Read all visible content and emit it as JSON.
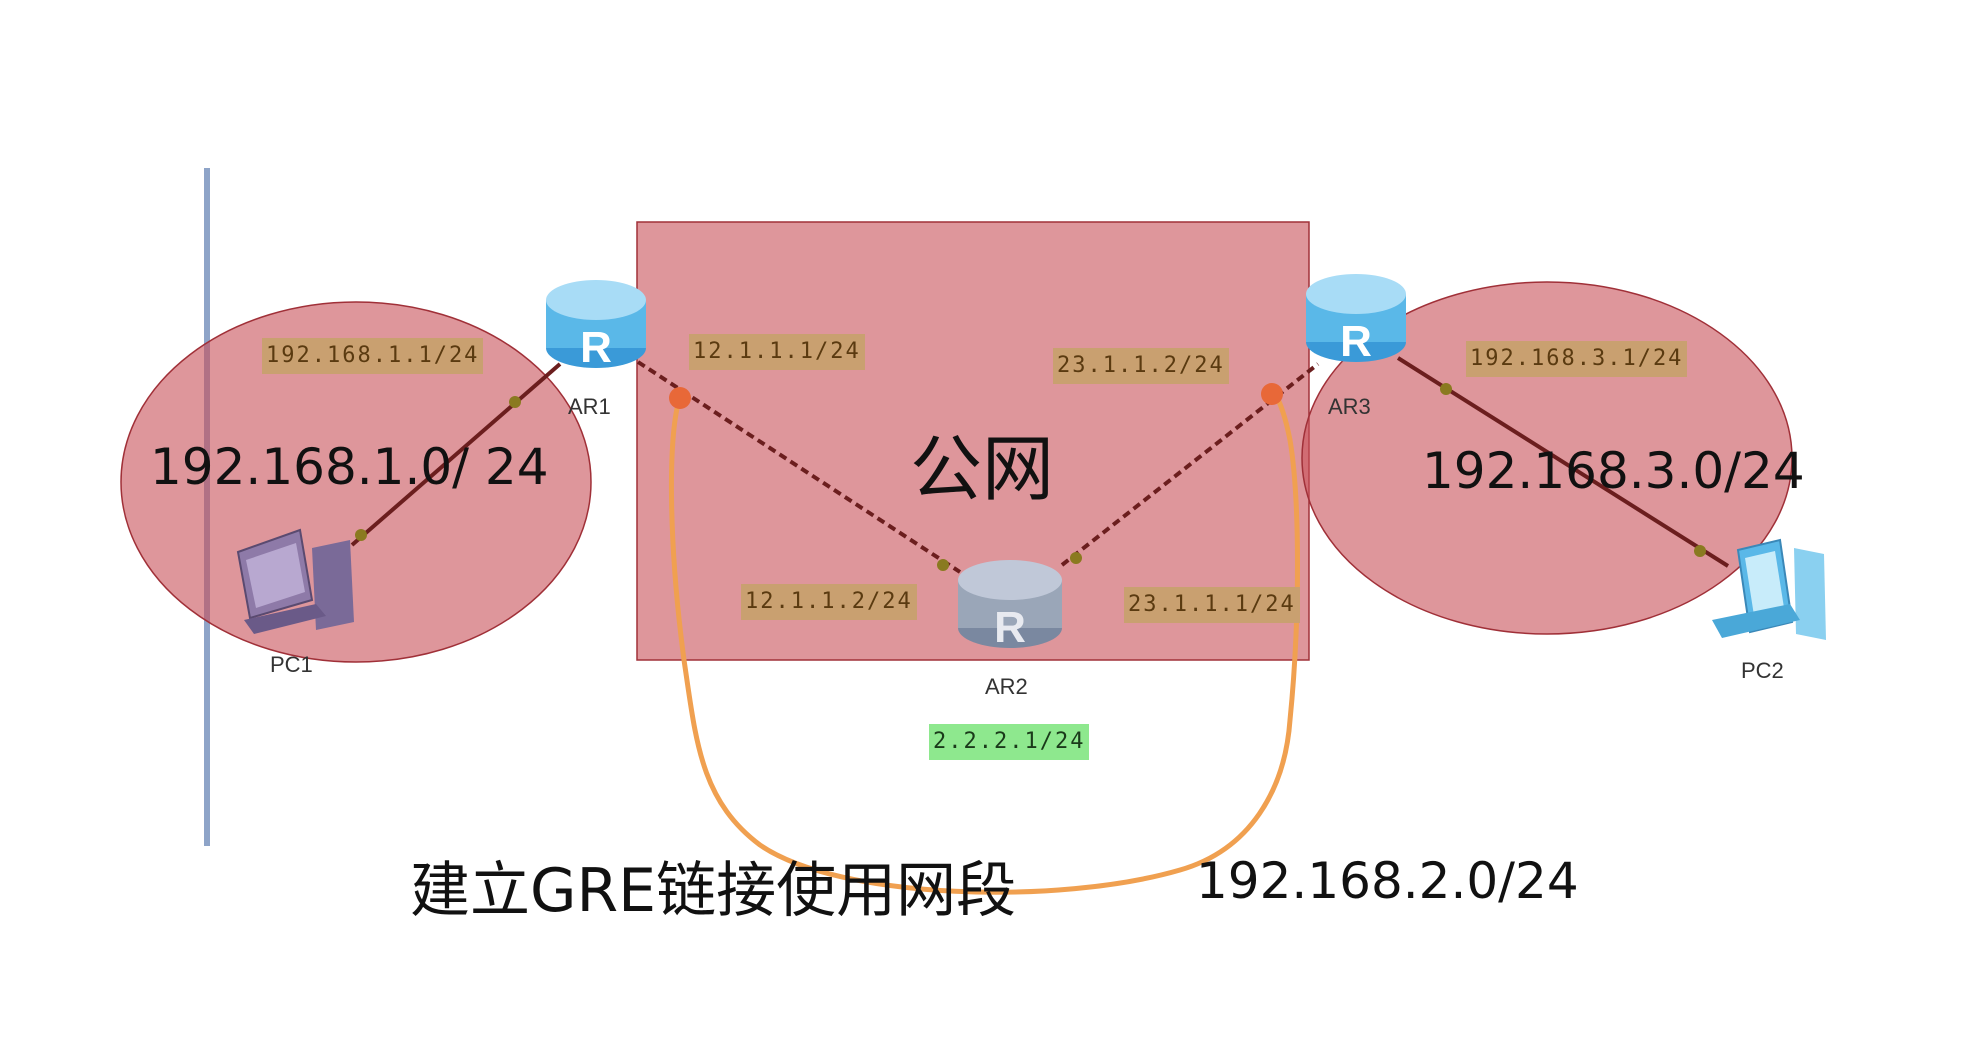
{
  "devices": {
    "ar1": "AR1",
    "ar2": "AR2",
    "ar3": "AR3",
    "pc1": "PC1",
    "pc2": "PC2"
  },
  "ip_labels": {
    "pc1_side": "192.168.1.1/24",
    "ar1_wan": "12.1.1.1/24",
    "ar3_wan": "23.1.1.2/24",
    "pc2_side": "192.168.3.1/24",
    "ar2_left": "12.1.1.2/24",
    "ar2_right": "23.1.1.1/24",
    "ar2_loopback": "2.2.2.1/24"
  },
  "annotations": {
    "left_subnet": "192.168.1.0/ 24",
    "right_subnet": "192.168.3.0/24",
    "public_network": "公网",
    "gre_caption": "建立GRE链接使用网段",
    "gre_subnet": "192.168.2.0/24"
  },
  "colors": {
    "highlight_fill": "#c85058",
    "link_line": "#6b1e1e",
    "tunnel_line": "#f0a050",
    "port_dot": "#8a7a20",
    "router_blue": "#5ab8e8",
    "router_gray": "#9aa6b8"
  }
}
